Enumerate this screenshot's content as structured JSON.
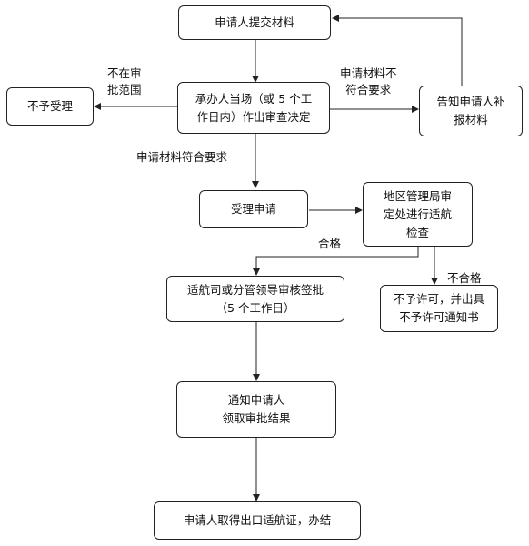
{
  "nodes": {
    "submit": "申请人提交材料",
    "decide_line1": "承办人当场（或 5 个工",
    "decide_line2": "作日内）作出审查决定",
    "reject": "不予受理",
    "notify_supplement_line1": "告知申请人补",
    "notify_supplement_line2": "报材料",
    "accept": "受理申请",
    "inspect_line1": "地区管理局审",
    "inspect_line2": "定处进行适航",
    "inspect_line3": "检查",
    "approve_line1": "适航司或分管领导审核签批",
    "approve_line2": "（5 个工作日）",
    "deny_line1": "不予许可，并出具",
    "deny_line2": "不予许可通知书",
    "notify_result_line1": "通知申请人",
    "notify_result_line2": "领取审批结果",
    "final": "申请人取得出口适航证，办结"
  },
  "labels": {
    "out_of_scope_line1": "不在审",
    "out_of_scope_line2": "批范围",
    "not_meet_line1": "申请材料不",
    "not_meet_line2": "符合要求",
    "meet": "申请材料符合要求",
    "pass": "合格",
    "fail": "不合格"
  }
}
